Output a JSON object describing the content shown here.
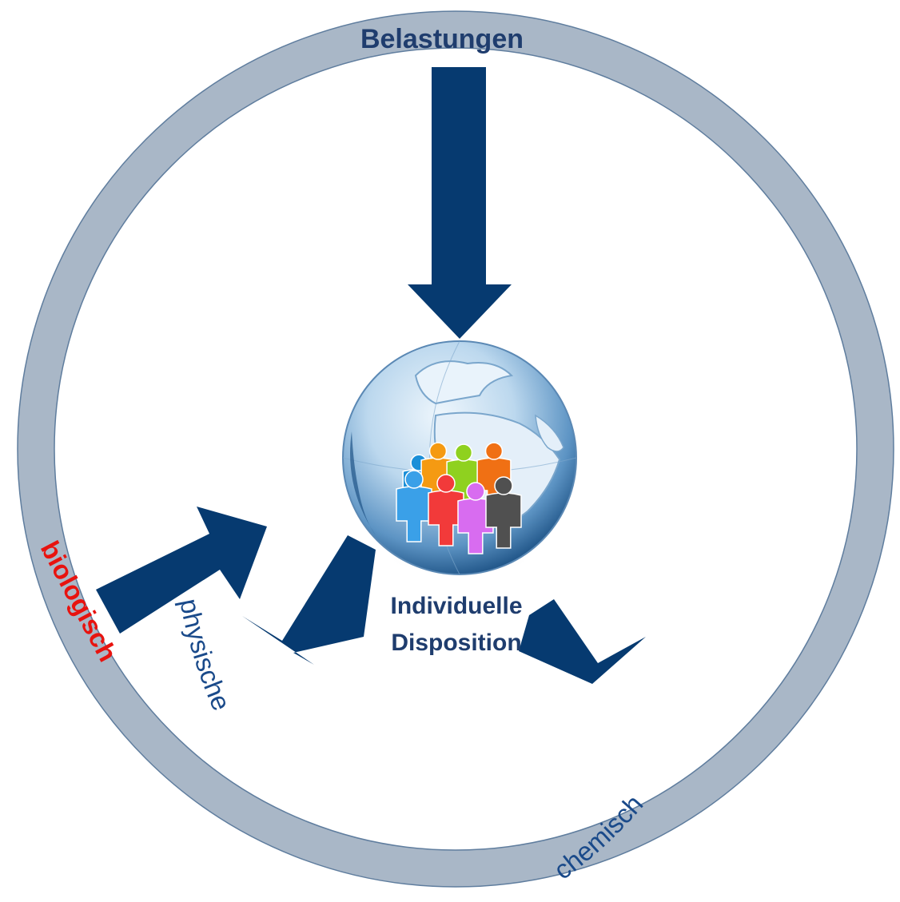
{
  "diagram": {
    "title": "Belastungen",
    "center_label_line1": "Individuelle",
    "center_label_line2": "Disposition",
    "factors": {
      "biological": "biologisch",
      "physical": "physische",
      "chemical": "chemisch"
    },
    "colors": {
      "ring": "#a9b7c7",
      "ring_edge": "#5f7d9e",
      "arrow": "#063a70",
      "title": "#1f3d6e",
      "factor_text": "#1a4a8a",
      "highlight": "#e8130f",
      "globe_light": "#dcecf8",
      "globe_dark": "#2f6ea3"
    },
    "people": [
      {
        "color": "#1a8fd8"
      },
      {
        "color": "#f59a12"
      },
      {
        "color": "#8fd11f"
      },
      {
        "color": "#f07014"
      },
      {
        "color": "#3aa0e8"
      },
      {
        "color": "#f23a3a"
      },
      {
        "color": "#d86cf0"
      },
      {
        "color": "#505050"
      }
    ]
  }
}
